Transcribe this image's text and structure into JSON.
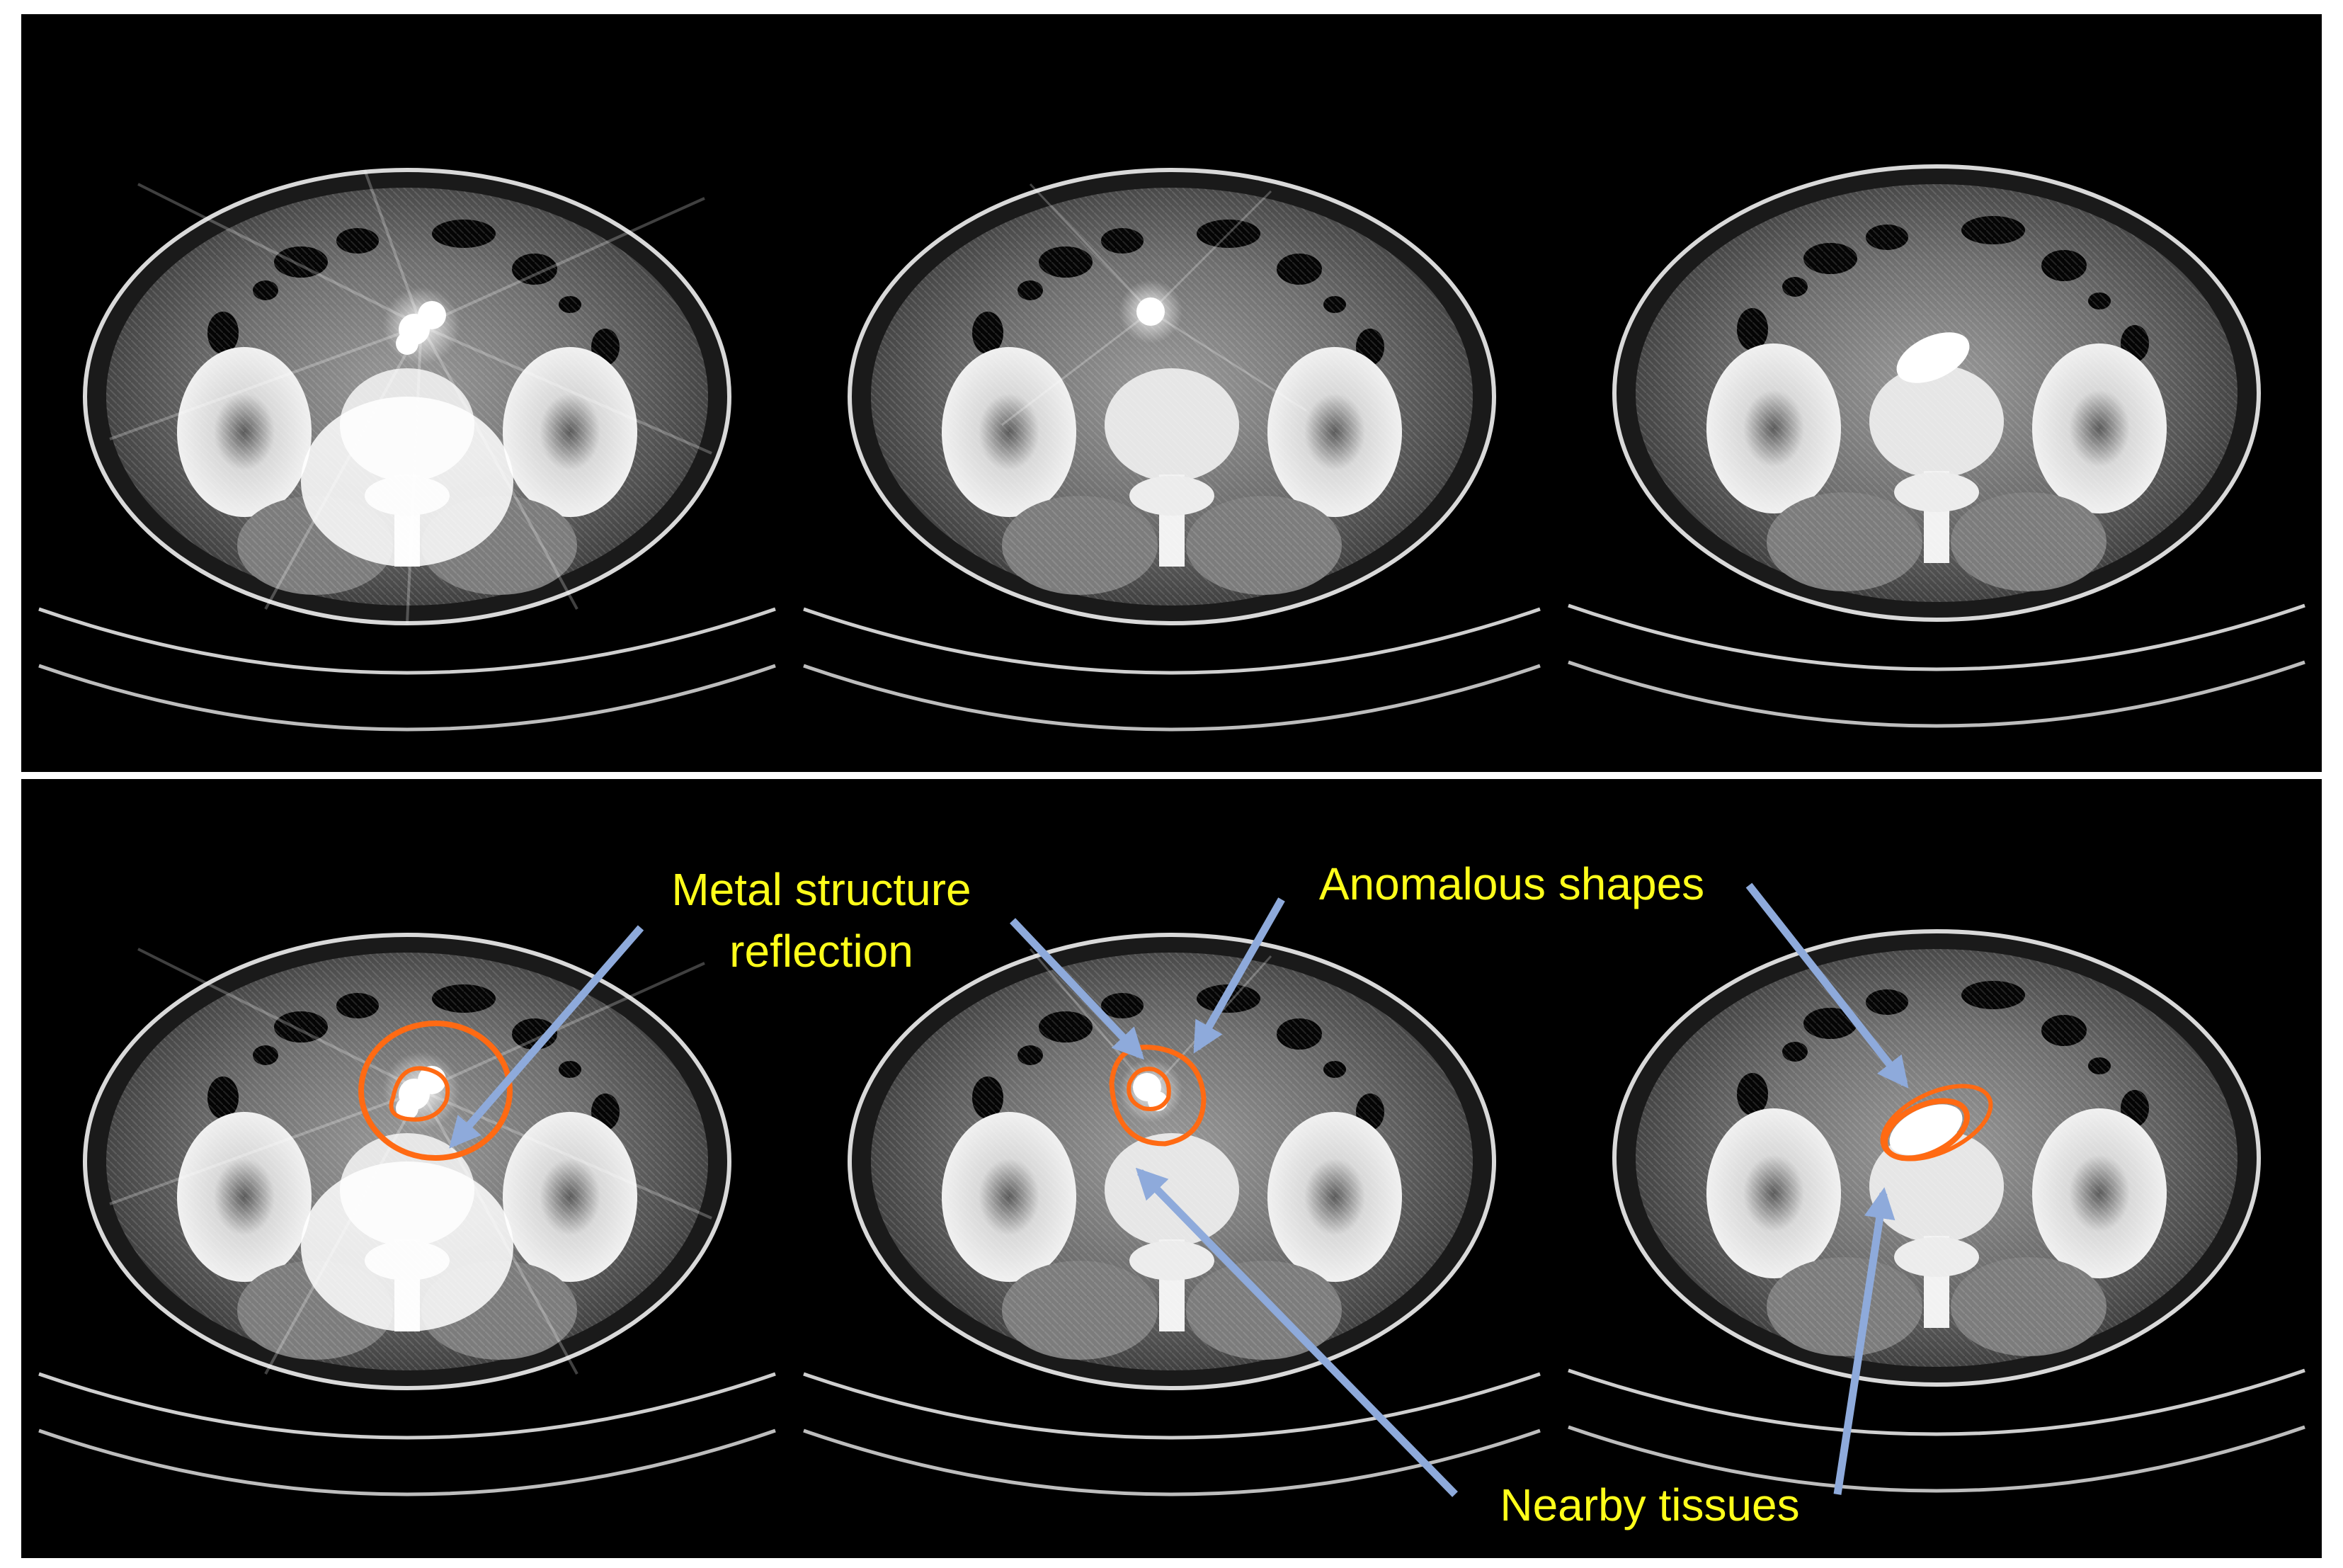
{
  "figure": {
    "background_color": "#ffffff",
    "panel_background": "#000000",
    "contour_color": "#ff6a13",
    "arrow_color": "#8eaadb",
    "label_color": "#ffff1a",
    "panels": [
      {
        "row": "top",
        "view": "axial abdominal CT slice with metal streak artifacts",
        "annotated": false
      },
      {
        "row": "top",
        "view": "axial abdominal CT slice with metal implant",
        "annotated": false
      },
      {
        "row": "top",
        "view": "axial abdominal CT slice with dense lesion",
        "annotated": false
      },
      {
        "row": "bottom",
        "view": "axial abdominal CT slice with metal streak artifacts",
        "annotated": true
      },
      {
        "row": "bottom",
        "view": "axial abdominal CT slice with metal implant",
        "annotated": true
      },
      {
        "row": "bottom",
        "view": "axial abdominal CT slice with dense lesion",
        "annotated": true
      }
    ]
  },
  "annotations": {
    "metal_line1": "Metal structure",
    "metal_line2": "reflection",
    "anomalous": "Anomalous shapes",
    "nearby": "Nearby tissues"
  }
}
